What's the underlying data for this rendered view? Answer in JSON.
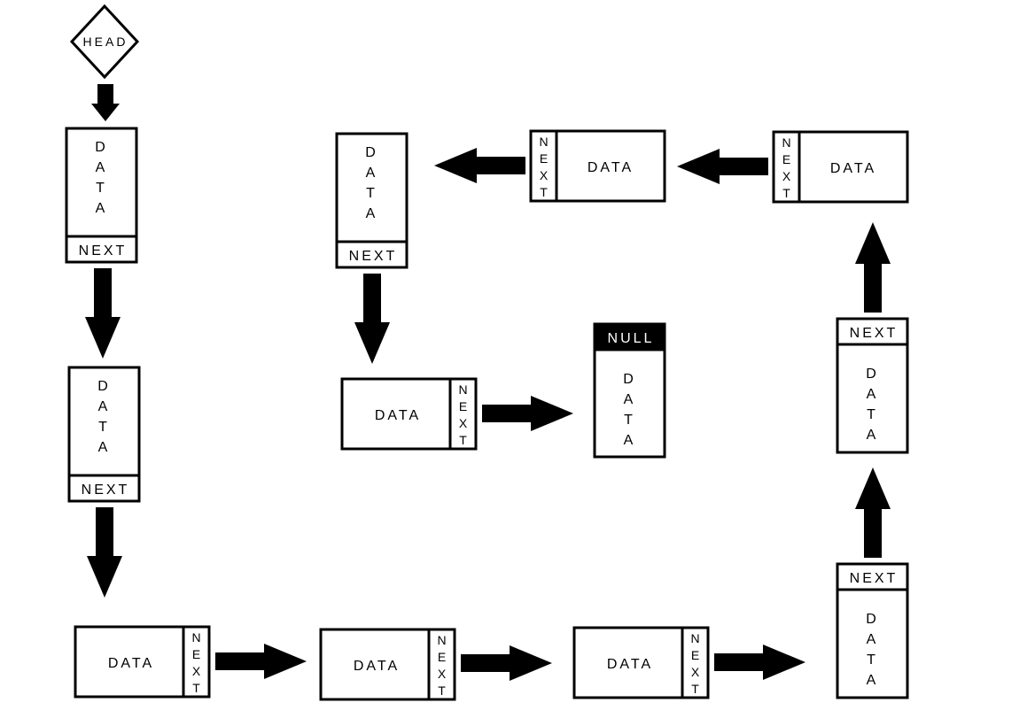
{
  "head_label": "HEAD",
  "data_label": "DATA",
  "next_label": "NEXT",
  "null_label": "NULL",
  "colors": {
    "ink": "#000000",
    "background": "#ffffff"
  }
}
